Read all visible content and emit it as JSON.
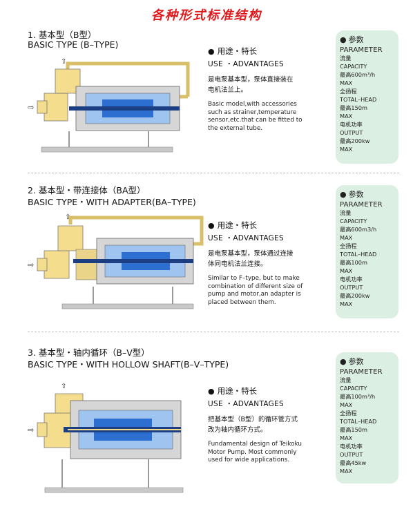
{
  "page_title": "各种形式标准结构",
  "sections": [
    {
      "head_cn": "1. 基本型（B型）",
      "head_en": "BASIC TYPE (B–TYPE)",
      "adv_title": "用途・特长",
      "adv_sub": "USE ・ADVANTAGES",
      "adv_cn": [
        "是电泵基本型，泵体直接装在",
        "电机法兰上。"
      ],
      "adv_en": [
        "Basic model,with accessories",
        "such as strainer,temperature",
        "sensor,etc.that can be fitted to",
        "the external tube."
      ],
      "param_title": "参数",
      "param_en": "PARAMETER",
      "param_lines": [
        "流量",
        "CAPACITY",
        "最高600m³/h",
        "MAX",
        "全扬程",
        "TOTAL–HEAD",
        "最高150m",
        "MAX",
        "电机功率",
        "OUTPUT",
        "最高200kw",
        "MAX"
      ]
    },
    {
      "head_cn": "2. 基本型・带连接体（BA型）",
      "head_en": "BASIC TYPE・WITH ADAPTER(BA–TYPE)",
      "adv_title": "用途・特长",
      "adv_sub": "USE ・ADVANTAGES",
      "adv_cn": [
        "是电泵基本型，泵体通过连接",
        "体同电机法兰连接。"
      ],
      "adv_en": [
        "Similar to F–type, but to make",
        "combination of different size of",
        "pump and motor,an adapter is",
        "placed between them."
      ],
      "param_title": "参数",
      "param_en": "PARAMETER",
      "param_lines": [
        "流量",
        "CAPACITY",
        "最高600m3/h",
        "MAX",
        "全扬程",
        "TOTAL–HEAD",
        "最高100m",
        "MAX",
        "电机功率",
        "OUTPUT",
        "最高200kw",
        "MAX"
      ]
    },
    {
      "head_cn": "3. 基本型・轴内循环（B–V型）",
      "head_en": "BASIC TYPE・WITH HOLLOW SHAFT(B–V–TYPE)",
      "adv_title": "用途・特长",
      "adv_sub": "USE ・ADVANTAGES",
      "adv_cn": [
        "把基本型（B型）的循环管方式",
        "改为轴内循环方式。"
      ],
      "adv_en": [
        "Fundamental design of Teikoku",
        "Motor Pump. Most commonly",
        "used for wide applications."
      ],
      "param_title": "参数",
      "param_en": "PARAMETER",
      "param_lines": [
        "流量",
        "CAPACITY",
        "最高100m³/h",
        "MAX",
        "全扬程",
        "TOTAL–HEAD",
        "最高150m",
        "MAX",
        "电机功率",
        "OUTPUT",
        "最高45kw",
        "MAX"
      ]
    }
  ],
  "colors": {
    "title_red": "#e0171b",
    "param_bg": "#dcefe3",
    "pump_yellow": "#f4dd8c",
    "motor_blue": "#2d6fd1",
    "motor_light": "#9ec4ef",
    "base_gray": "#c9c9c9"
  }
}
